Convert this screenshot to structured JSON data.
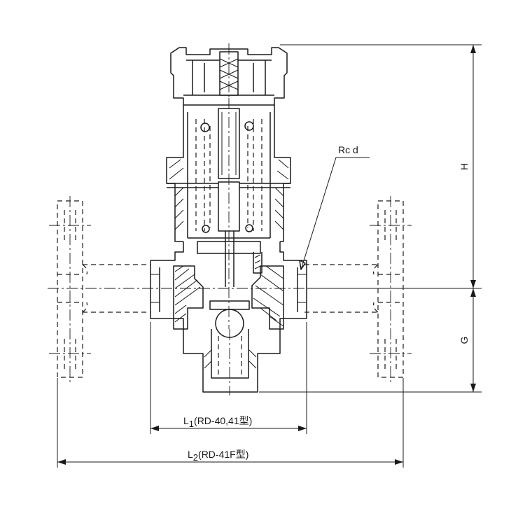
{
  "labels": {
    "thread": "Rc d",
    "height": "H",
    "gap": "G",
    "l1_prefix": "L",
    "l1_sub": "1",
    "l1_text": "(RD-40,41型)",
    "l2_prefix": "L",
    "l2_sub": "2",
    "l2_text": "(RD-41F型)"
  }
}
